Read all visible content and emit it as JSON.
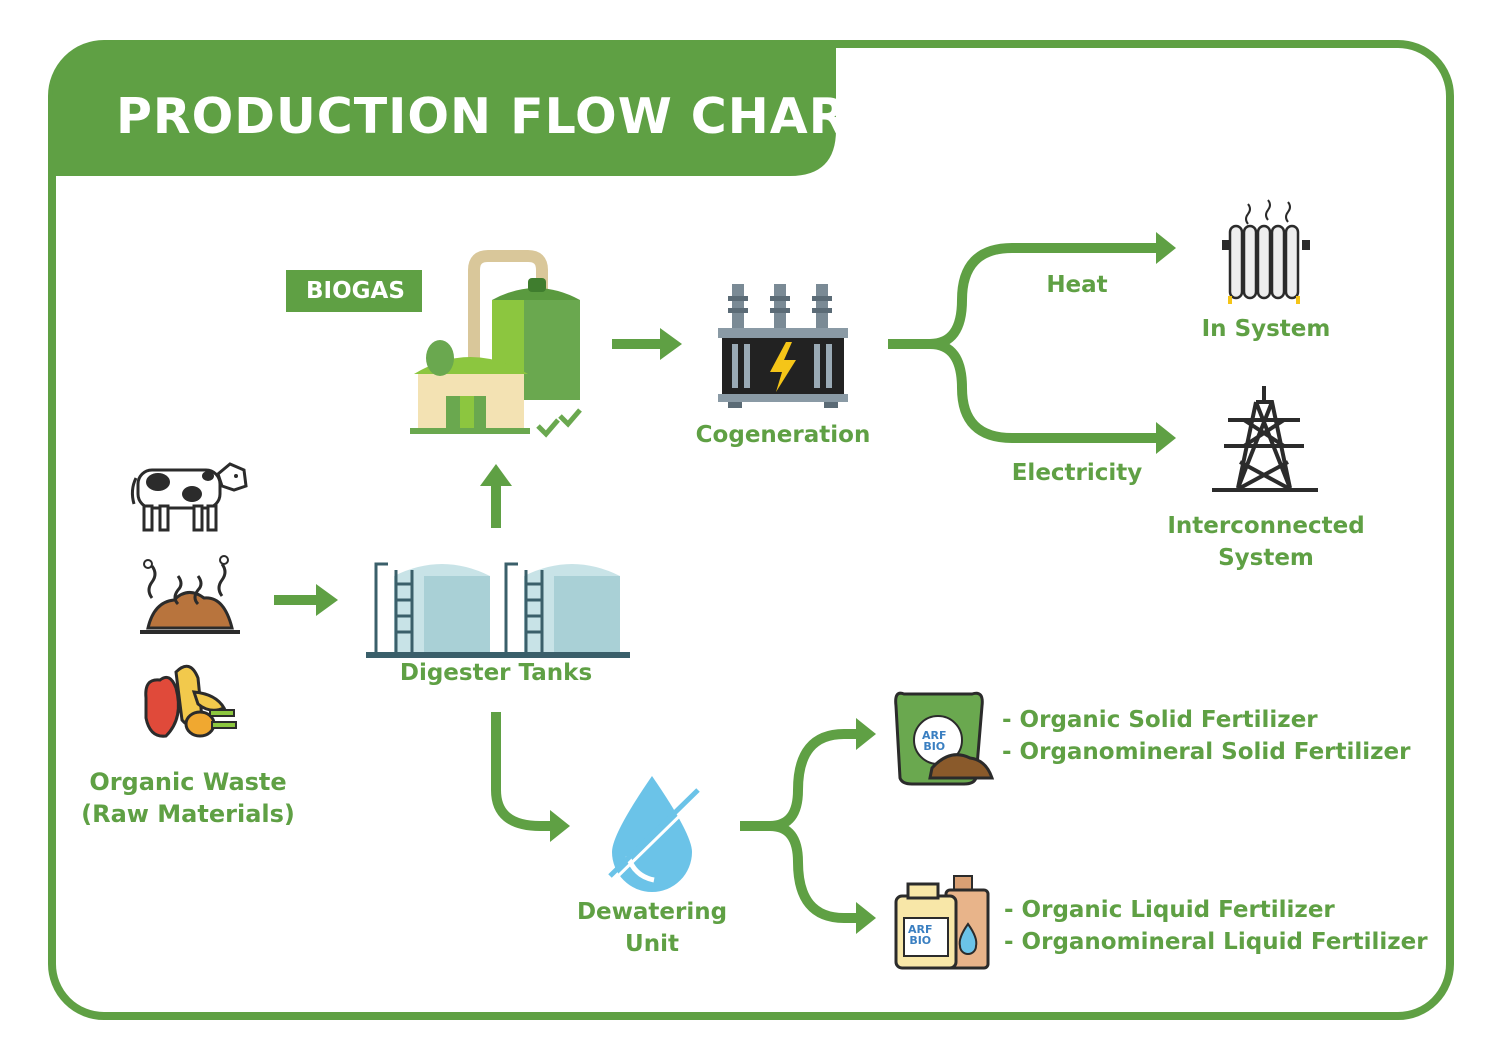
{
  "title": "PRODUCTION FLOW CHART",
  "colors": {
    "primary_green": "#5fa044",
    "light_green": "#8cc63f",
    "tank_blue": "#a9d0d6",
    "water_blue": "#6bc3e8",
    "dark": "#2b2b2b"
  },
  "nodes": {
    "biogas": "BIOGAS",
    "organic_waste": [
      "Organic Waste",
      "(Raw Materials)"
    ],
    "digester_tanks": "Digester Tanks",
    "cogeneration": "Cogeneration",
    "heat": "Heat",
    "electricity": "Electricity",
    "in_system": "In System",
    "interconnected_system": [
      "Interconnected",
      "System"
    ],
    "dewatering_unit": [
      "Dewatering",
      "Unit"
    ],
    "solid_products": [
      "- Organic Solid Fertilizer",
      "- Organomineral Solid Fertilizer"
    ],
    "liquid_products": [
      "- Organic Liquid Fertilizer",
      "- Organomineral Liquid Fertilizer"
    ],
    "brand_logo": [
      "ARF",
      "BIO"
    ]
  },
  "icons": [
    "cow-icon",
    "compost-pile-icon",
    "food-waste-icon",
    "biogas-plant-icon",
    "digester-tanks-icon",
    "transformer-icon",
    "radiator-icon",
    "power-tower-icon",
    "water-drop-icon",
    "fertilizer-sack-icon",
    "liquid-fertilizer-bottles-icon"
  ]
}
